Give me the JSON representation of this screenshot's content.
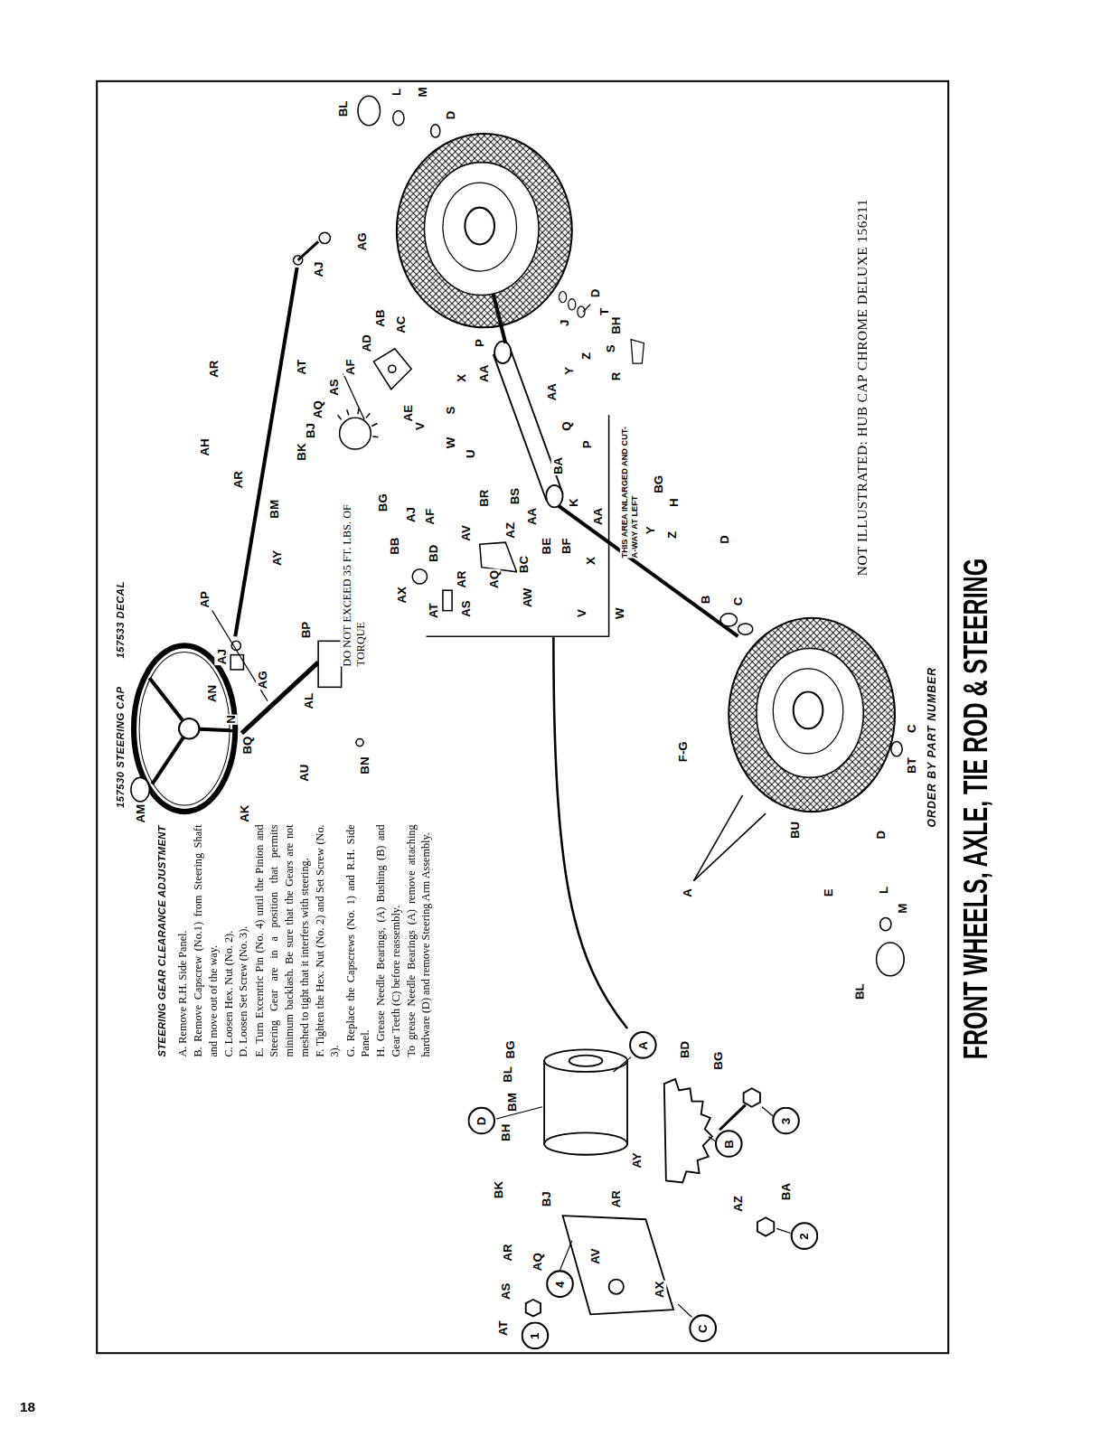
{
  "diagram": {
    "title": "FRONT WHEELS, AXLE, TIE ROD & STEERING",
    "nodes": [
      {
        "text": [
          "D"
        ]
      },
      {
        "text": [
          "4"
        ]
      },
      {
        "text": [
          "A"
        ]
      },
      {
        "text": [
          "B"
        ]
      },
      {
        "text": [
          "3"
        ]
      },
      {
        "text": [
          "2"
        ]
      },
      {
        "text": [
          "C"
        ]
      },
      {
        "text": [
          "1"
        ]
      }
    ],
    "labels": [
      "STEERING GEAR CLEARANCE ADJUSTMENT",
      "A. Remove R.H. Side Panel.",
      "B. Remove Capscrew (No.1) from Steering Shaft and move out of the way.",
      "C. Loosen Hex. Nut (No. 2).",
      "D. Loosen Set Screw (No. 3).",
      "E. Turn Excentric Pin (No. 4) until the Pinion and Steering Gear are in a position that permits minimum backlash. Be sure that the Gears are not meshed to tight that it interfers with steering.",
      "F. Tighten the Hex. Nut (No. 2) and Set Screw (No. 3).",
      "G. Replace the Capscrews (No. 1) and R.H. Side Panel.",
      "H. Grease Needle Bearings, (A) Bushing (B) and Gear Teeth (C) before reassembly.",
      "To grease Needle Bearings (A) remove attaching hardware (D) and remove Steering Arm Assembly.",
      "157530 STEERING CAP",
      "157533 DECAL",
      "AM",
      "AK",
      "BQ",
      "N",
      "AN",
      "AP",
      "AL",
      "AU",
      "BN",
      "BP",
      "AY",
      "BM",
      "AR",
      "BK",
      "BJ",
      "AQ",
      "AS",
      "AR",
      "AT",
      "DO NOT EXCEED 35 FT. LBS. OF TORQUE",
      "AJ",
      "AG",
      "AH",
      "AJ",
      "AG",
      "AF",
      "AD",
      "AB",
      "AC",
      "AE",
      "BG",
      "AJ",
      "AF",
      "BB",
      "BD",
      "AV",
      "AZ",
      "BE",
      "BF",
      "BA",
      "BC",
      "AW",
      "AQ",
      "AR",
      "AS",
      "AT",
      "AX",
      "THIS AREA INLARGED AND CUT-A-WAY AT LEFT",
      "BG",
      "BH",
      "P",
      "J",
      "T",
      "S",
      "R",
      "Z",
      "Y",
      "AA",
      "X",
      "AA",
      "V",
      "S",
      "W",
      "U",
      "BR",
      "BS",
      "AA",
      "K",
      "Q",
      "P",
      "AA",
      "H",
      "Y",
      "Z",
      "D",
      "X",
      "V",
      "W",
      "B",
      "C",
      "F-G",
      "BU",
      "E",
      "A",
      "C",
      "BT",
      "D",
      "L",
      "M",
      "BL",
      "BL",
      "L",
      "M",
      "D",
      "D",
      "NOT ILLUSTRATED:  HUB CAP CHROME DELUXE 156211",
      "ORDER BY PART NUMBER",
      "18",
      "AS",
      "AT",
      "AR",
      "AQ",
      "AV",
      "AX",
      "AZ",
      "BA",
      "AY",
      "AR",
      "BJ",
      "BK",
      "BH",
      "BM",
      "BL",
      "BG",
      "BD",
      "BG"
    ]
  }
}
